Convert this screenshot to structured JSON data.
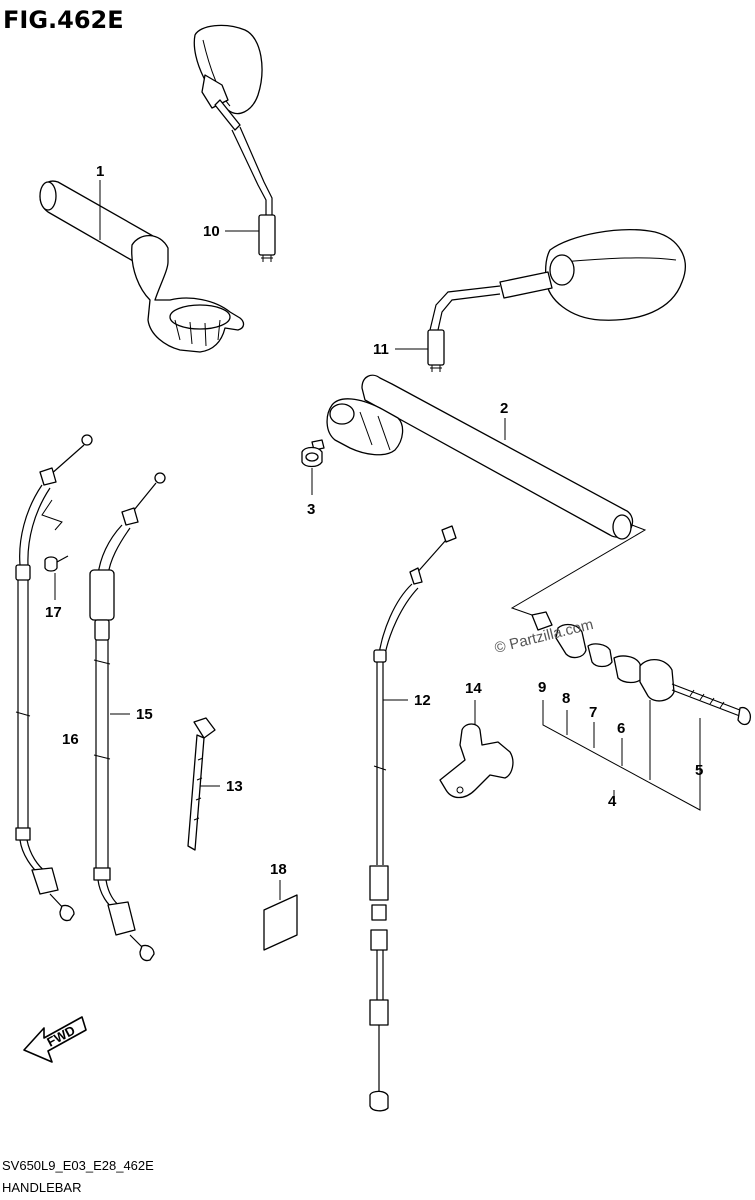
{
  "header": {
    "title": "FIG.462E"
  },
  "footer": {
    "code": "SV650L9_E03_E28_462E",
    "name": "HANDLEBAR"
  },
  "watermark": "© Partzilla.com",
  "arrow_label": "FWD",
  "callouts": [
    "1",
    "2",
    "3",
    "4",
    "5",
    "6",
    "7",
    "8",
    "9",
    "10",
    "11",
    "12",
    "13",
    "14",
    "15",
    "16",
    "17",
    "18"
  ]
}
